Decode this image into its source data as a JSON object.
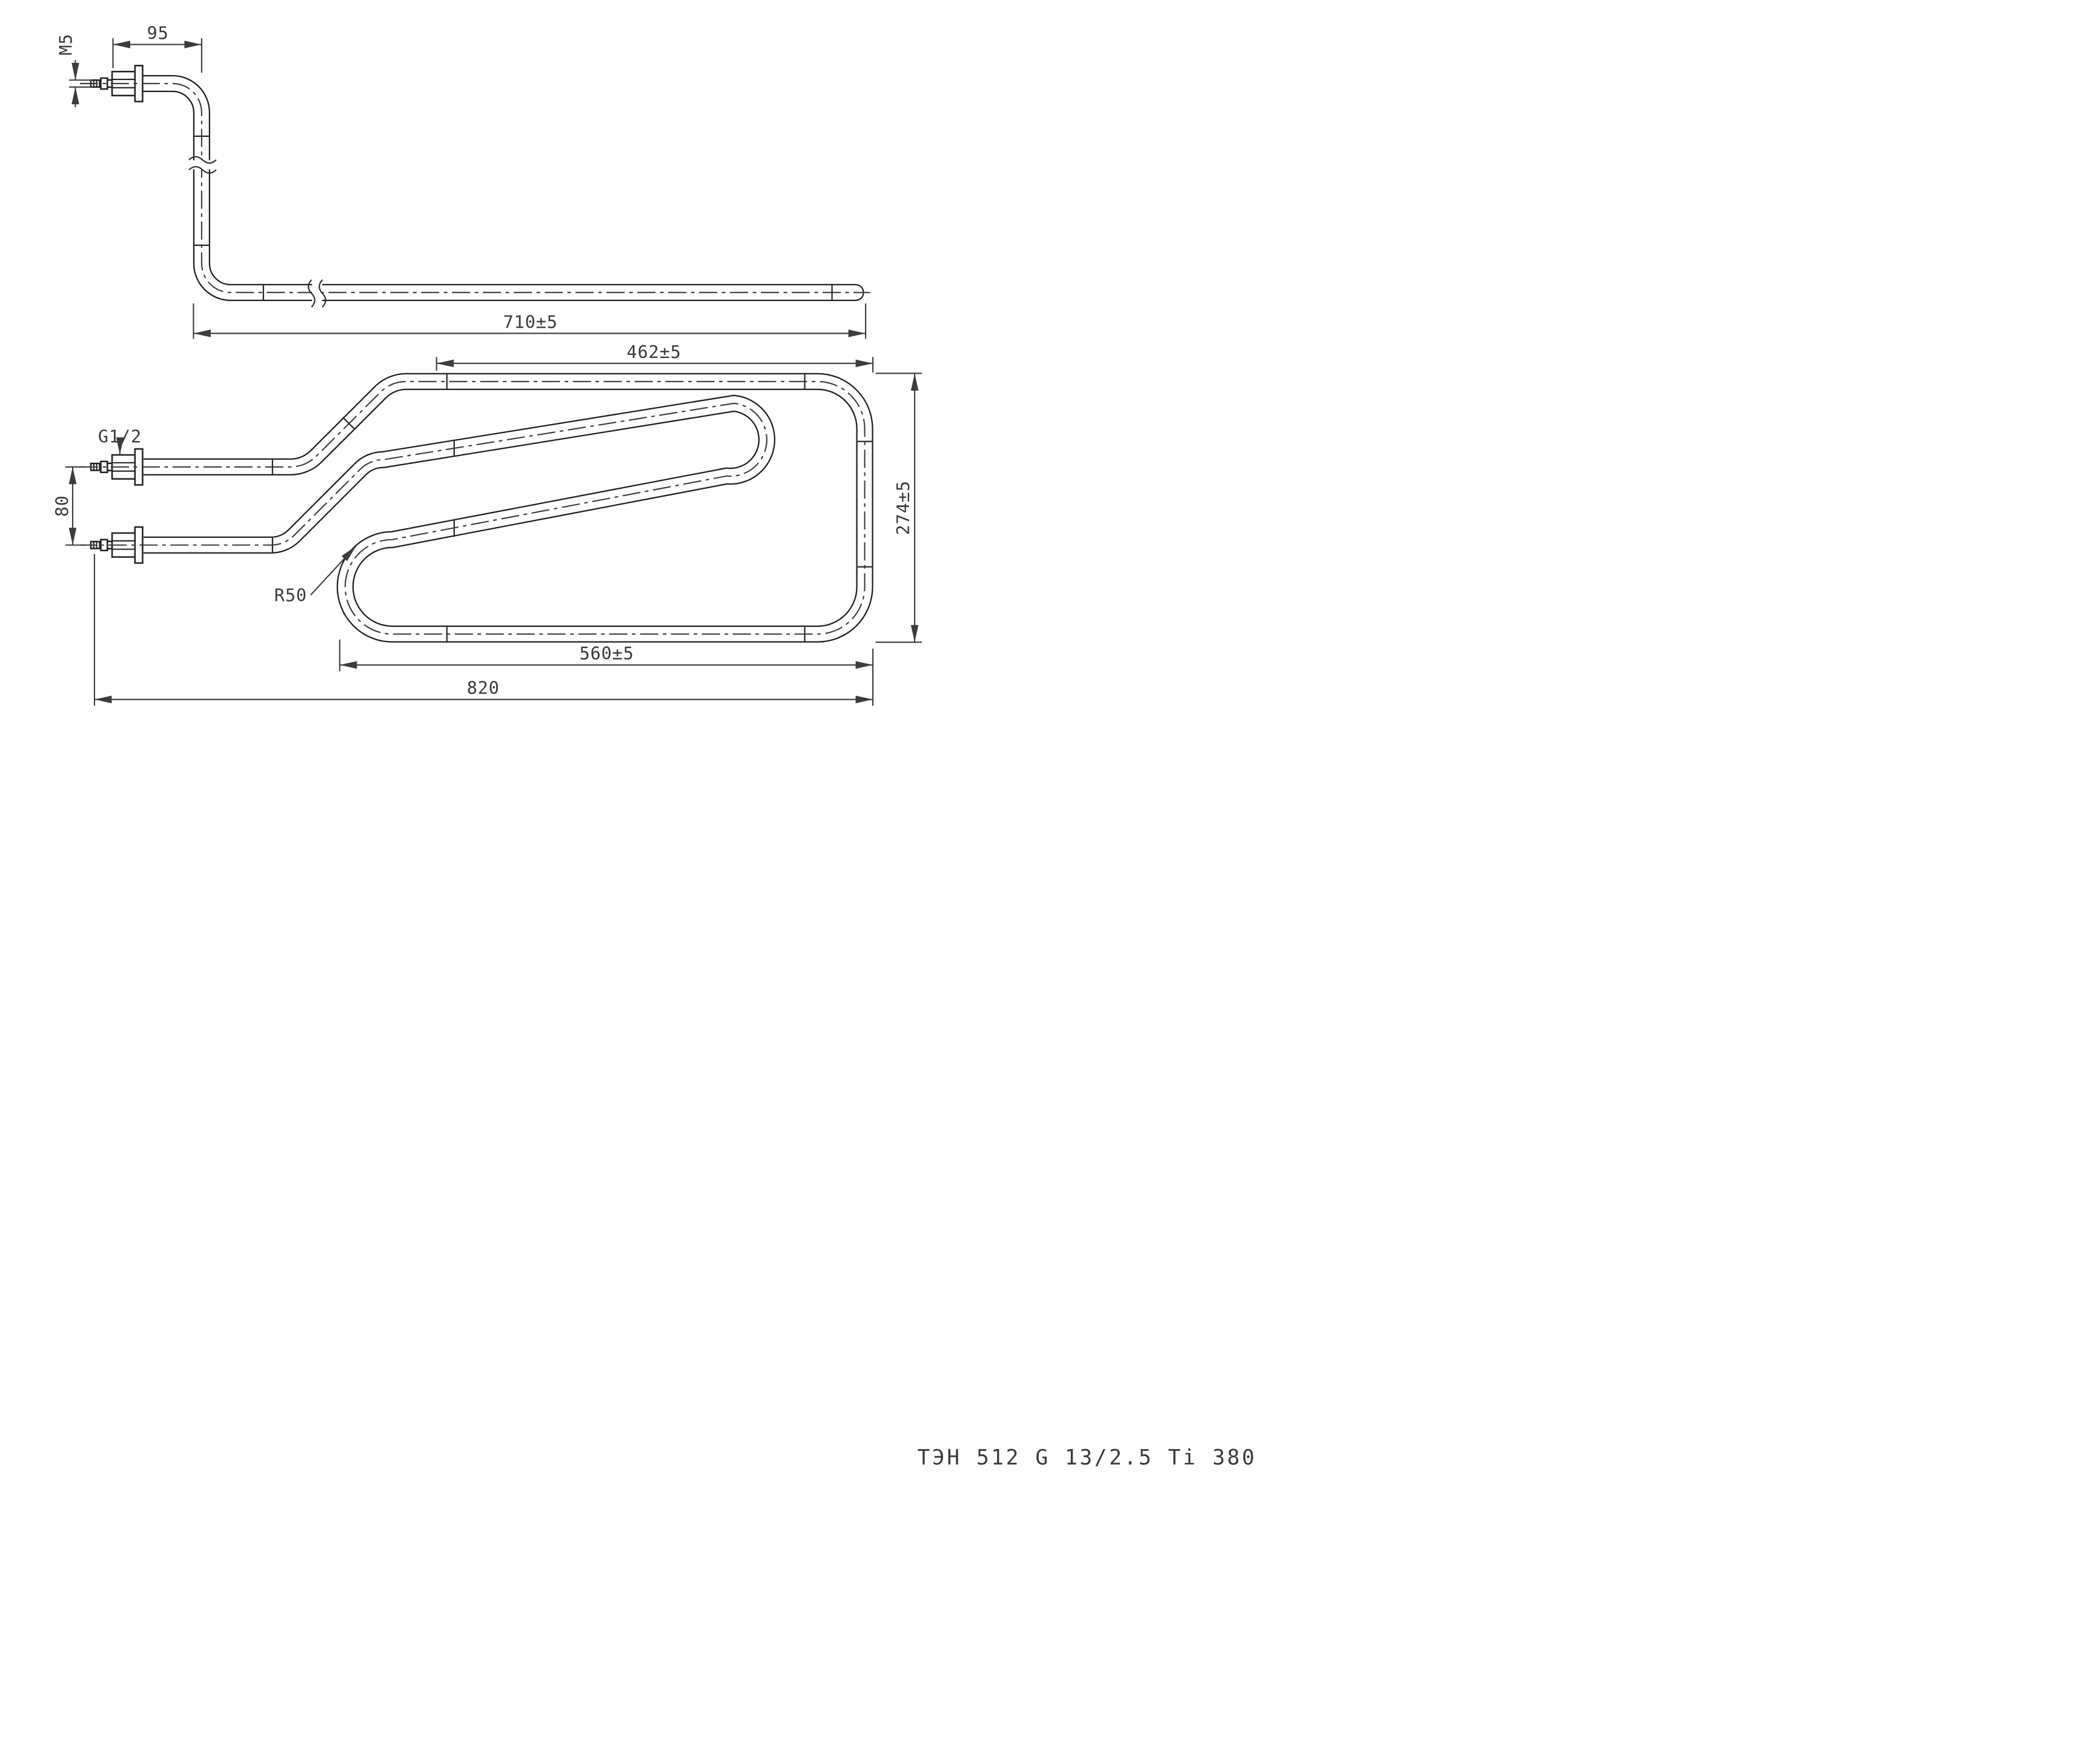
{
  "drawing": {
    "title_label": "ТЭН 512 G 13/2.5 Ti 380",
    "dims": {
      "pin_to_bend": "95",
      "terminal_thread": "M5",
      "length_side": "710±5",
      "width_top": "462±5",
      "height_right": "274±5",
      "radius": "R50",
      "width_bottom": "560±5",
      "width_overall": "820",
      "pin_spacing": "80",
      "fitting_thread": "G1/2"
    }
  }
}
